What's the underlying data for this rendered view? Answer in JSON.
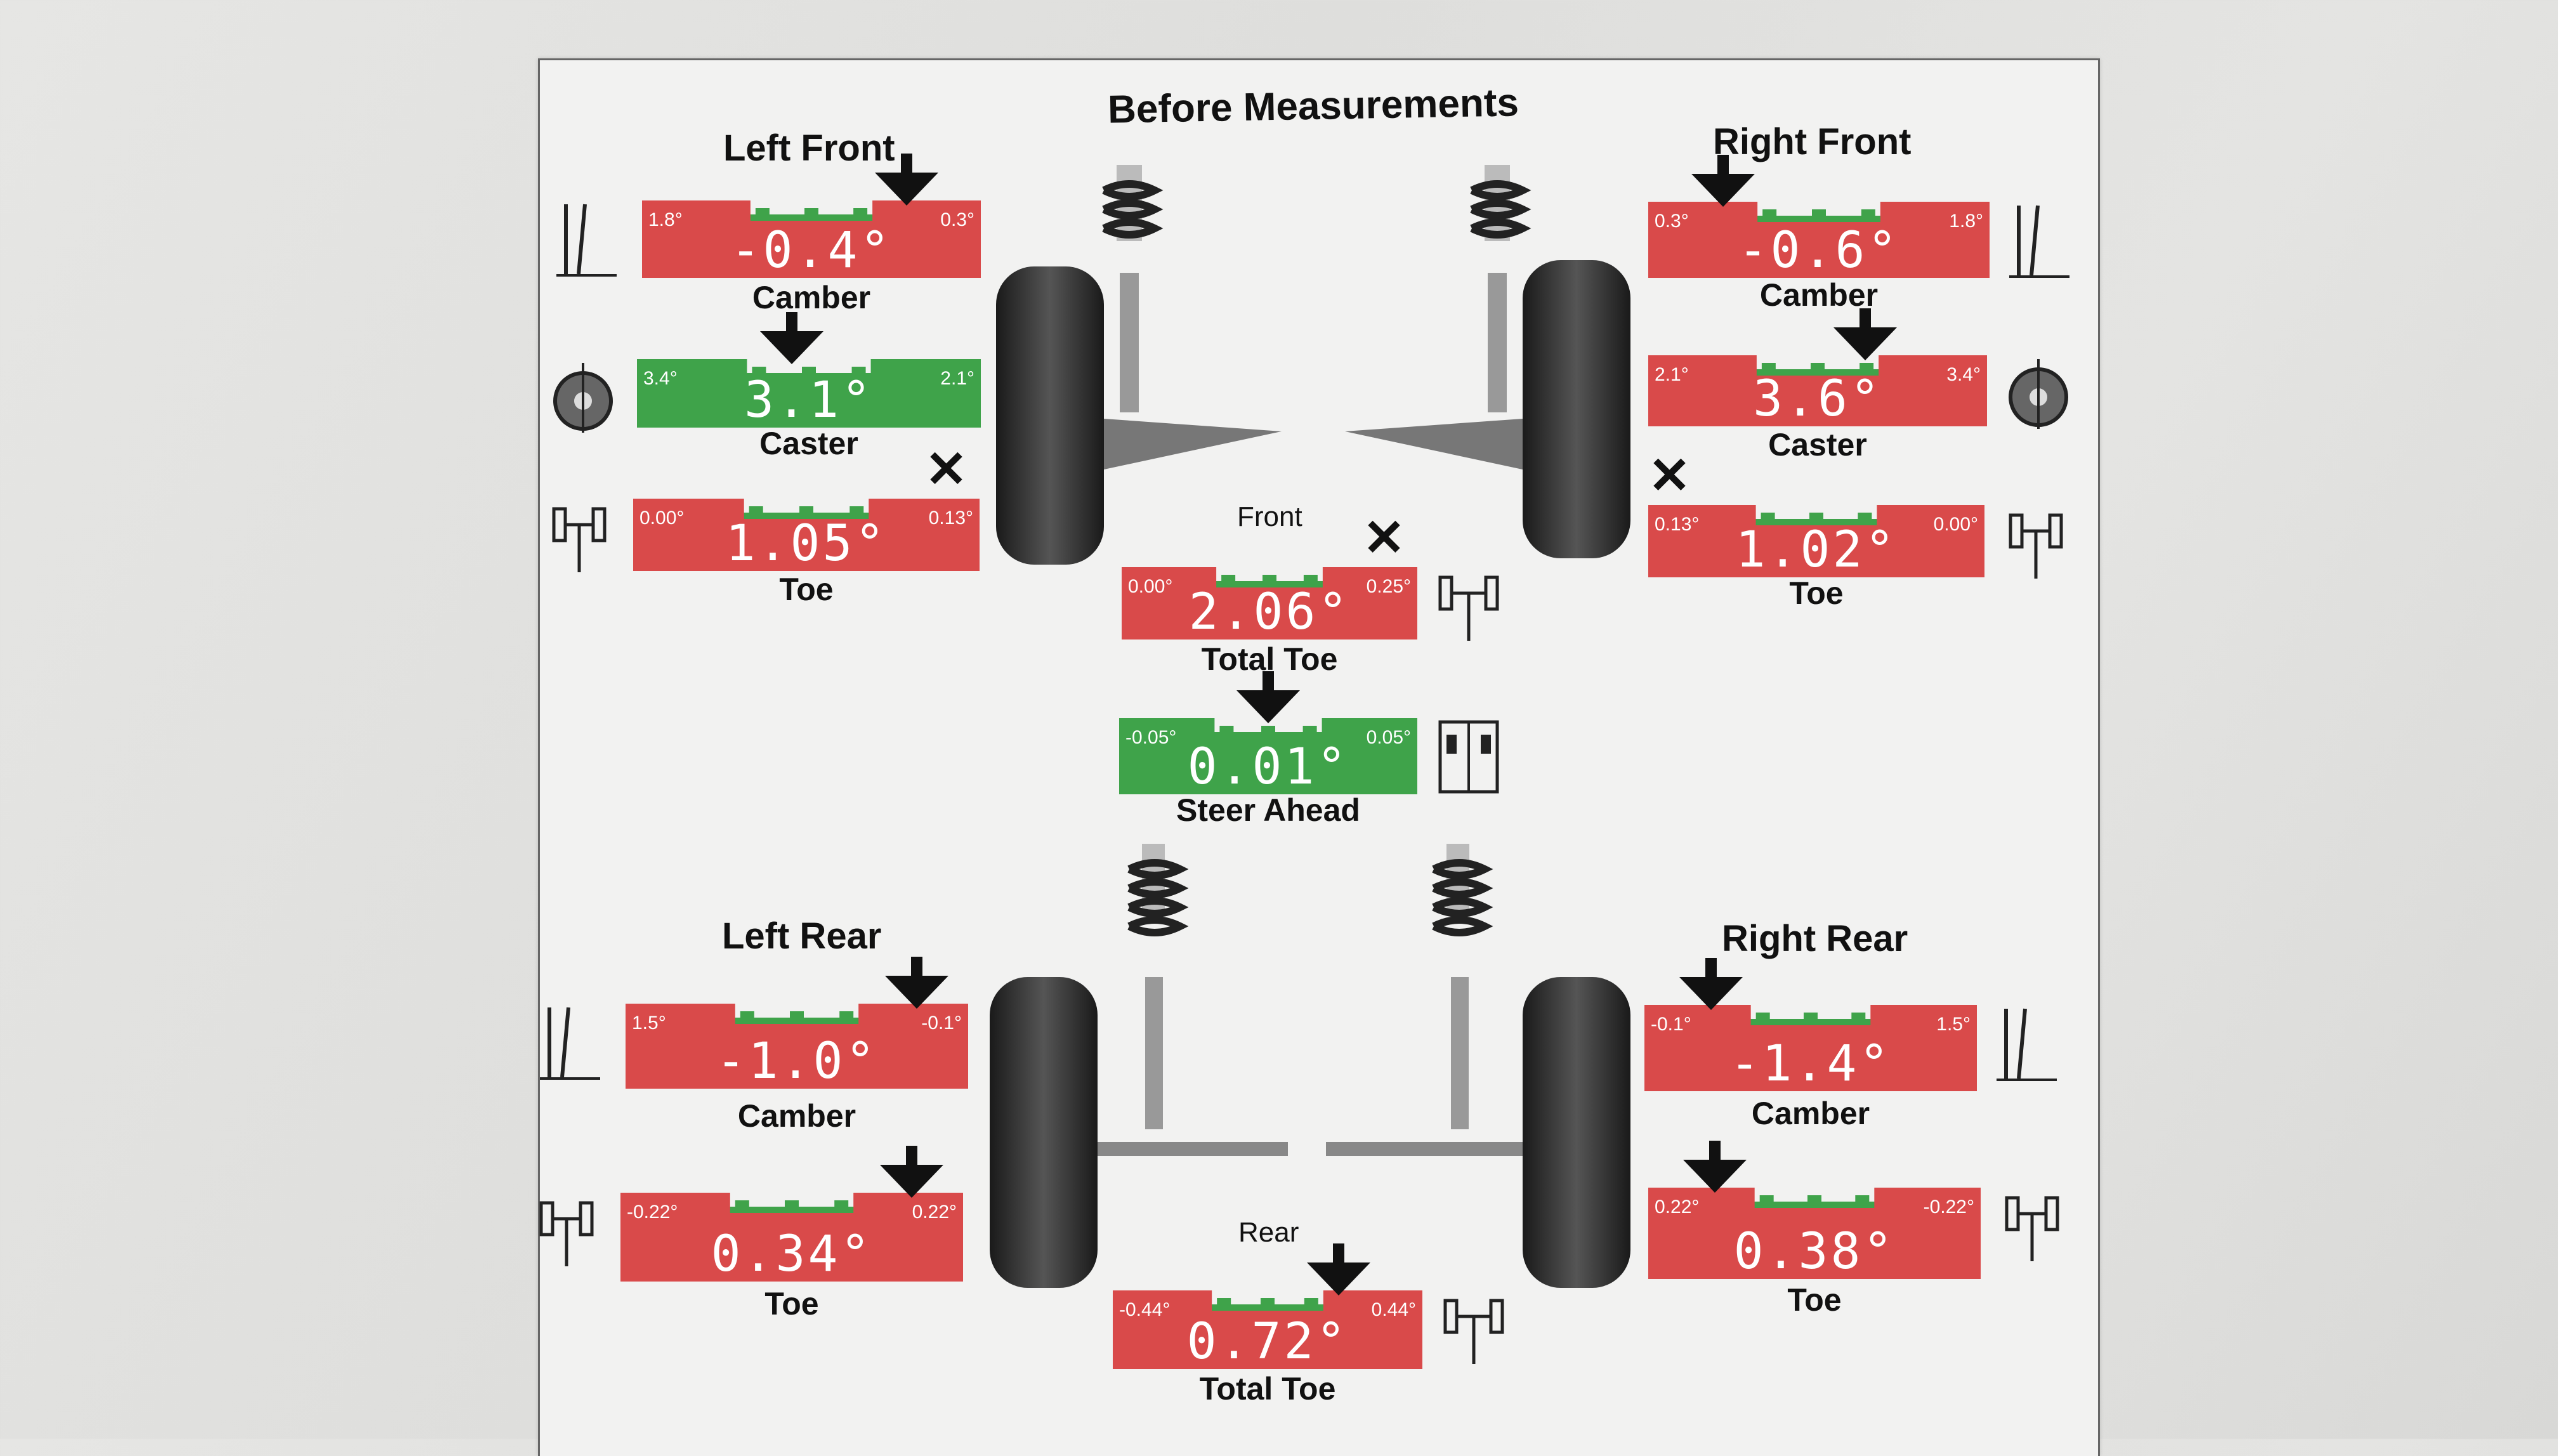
{
  "title": "Before Measurements",
  "sections": {
    "left_front": "Left Front",
    "right_front": "Right Front",
    "left_rear": "Left Rear",
    "right_rear": "Right Rear",
    "front": "Front",
    "rear": "Rear"
  },
  "colors": {
    "red": "#d94a4a",
    "green": "#3fa34a",
    "notch_green": "#3fa34a"
  },
  "gauges": {
    "lf_camber": {
      "label": "Camber",
      "value": "-0.4°",
      "left_limit": "1.8°",
      "right_limit": "0.3°",
      "status": "out",
      "icon": "camber-icon"
    },
    "lf_caster": {
      "label": "Caster",
      "value": "3.1°",
      "left_limit": "3.4°",
      "right_limit": "2.1°",
      "status": "in",
      "icon": "caster-icon"
    },
    "lf_toe": {
      "label": "Toe",
      "value": "1.05°",
      "left_limit": "0.00°",
      "right_limit": "0.13°",
      "status": "out",
      "icon": "toe-icon"
    },
    "rf_camber": {
      "label": "Camber",
      "value": "-0.6°",
      "left_limit": "0.3°",
      "right_limit": "1.8°",
      "status": "out",
      "icon": "camber-icon"
    },
    "rf_caster": {
      "label": "Caster",
      "value": "3.6°",
      "left_limit": "2.1°",
      "right_limit": "3.4°",
      "status": "out",
      "icon": "caster-icon"
    },
    "rf_toe": {
      "label": "Toe",
      "value": "1.02°",
      "left_limit": "0.13°",
      "right_limit": "0.00°",
      "status": "out",
      "icon": "toe-icon"
    },
    "front_total_toe": {
      "label": "Total Toe",
      "value": "2.06°",
      "left_limit": "0.00°",
      "right_limit": "0.25°",
      "status": "out",
      "icon": "total-toe-icon"
    },
    "steer_ahead": {
      "label": "Steer Ahead",
      "value": "0.01°",
      "left_limit": "-0.05°",
      "right_limit": "0.05°",
      "status": "in",
      "icon": "steer-ahead-icon"
    },
    "lr_camber": {
      "label": "Camber",
      "value": "-1.0°",
      "left_limit": "1.5°",
      "right_limit": "-0.1°",
      "status": "out",
      "icon": "camber-icon"
    },
    "lr_toe": {
      "label": "Toe",
      "value": "0.34°",
      "left_limit": "-0.22°",
      "right_limit": "0.22°",
      "status": "out",
      "icon": "toe-icon"
    },
    "rr_camber": {
      "label": "Camber",
      "value": "-1.4°",
      "left_limit": "-0.1°",
      "right_limit": "1.5°",
      "status": "out",
      "icon": "camber-icon"
    },
    "rr_toe": {
      "label": "Toe",
      "value": "0.38°",
      "left_limit": "0.22°",
      "right_limit": "-0.22°",
      "status": "out",
      "icon": "toe-icon"
    },
    "rear_total_toe": {
      "label": "Total Toe",
      "value": "0.72°",
      "left_limit": "-0.44°",
      "right_limit": "0.44°",
      "status": "out",
      "icon": "total-toe-icon"
    }
  }
}
